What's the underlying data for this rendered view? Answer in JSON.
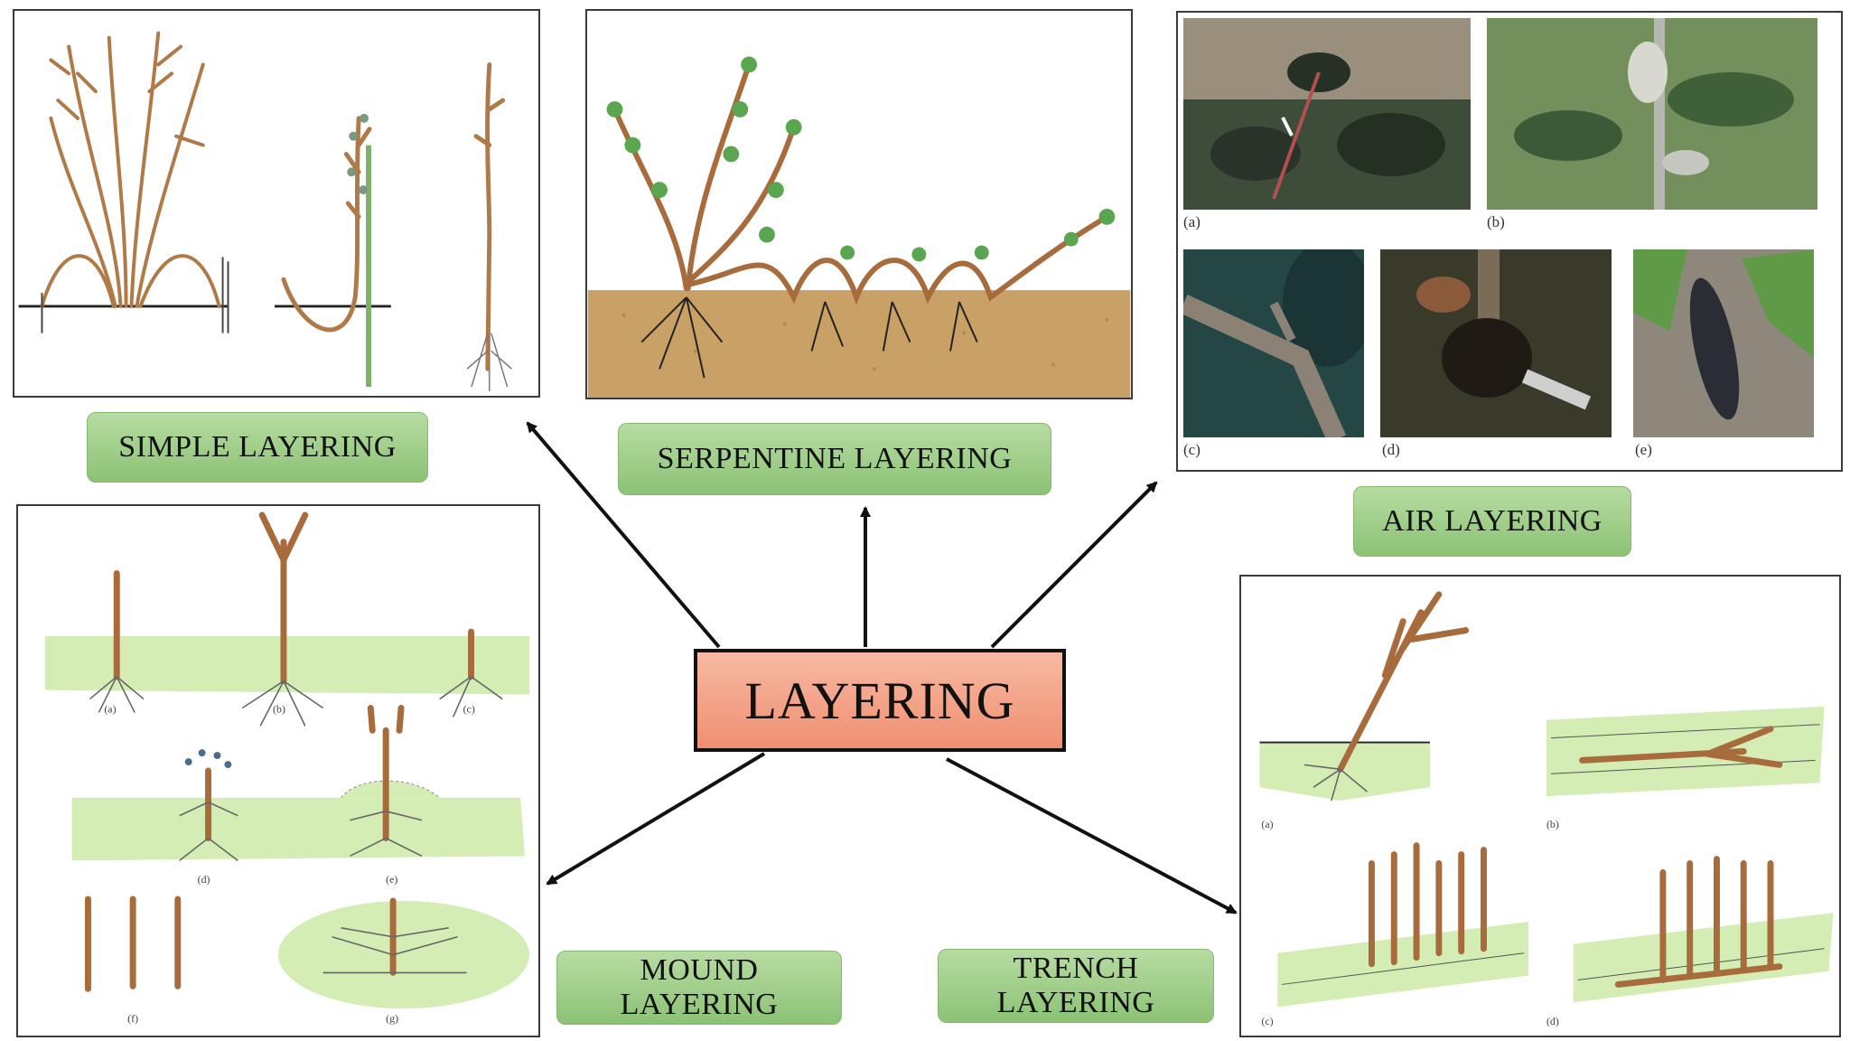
{
  "center_label": "LAYERING",
  "methods": {
    "simple": "SIMPLE LAYERING",
    "serpentine": "SERPENTINE LAYERING",
    "air": "AIR LAYERING",
    "mound_line1": "MOUND",
    "mound_line2": "LAYERING",
    "trench_line1": "TRENCH",
    "trench_line2": "LAYERING"
  },
  "air_captions": [
    "(a)",
    "(b)",
    "(c)",
    "(d)",
    "(e)"
  ],
  "mound_captions": [
    "(a)",
    "(b)",
    "(c)",
    "(d)",
    "(e)",
    "(f)",
    "(g)"
  ],
  "trench_captions": [
    "(a)",
    "(b)",
    "(c)",
    "(d)"
  ],
  "colors": {
    "label_green": "#a3d08c",
    "center_salmon": "#f4a287",
    "soil": "#c9a065",
    "bed_green": "#d4edb4",
    "stem_brown": "#a86b3c"
  }
}
